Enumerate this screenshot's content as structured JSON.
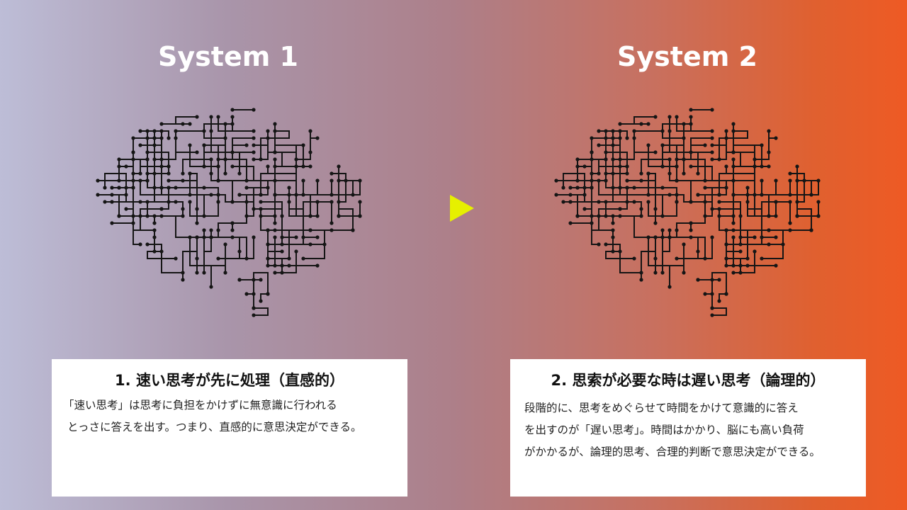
{
  "left": {
    "title": "System 1",
    "card_title": "1. 速い思考が先に処理（直感的）",
    "lines": [
      "「速い思考」は思考に負担をかけずに無意識に行われる",
      "とっさに答えを出す。つまり、直感的に意思決定ができる。"
    ]
  },
  "right": {
    "title": "System 2",
    "card_title": "2. 思索が必要な時は遅い思考（論理的）",
    "lines": [
      "段階的に、思考をめぐらせて時間をかけて意識的に答え",
      "を出すのが「遅い思考」。時間はかかり、脳にも高い負荷",
      "がかかるが、論理的思考、合理的判断で意思決定ができる。"
    ]
  },
  "colors": {
    "arrow": "#e6f000",
    "gradient_left": "#bdbdd7",
    "gradient_right": "#ee5a24"
  }
}
